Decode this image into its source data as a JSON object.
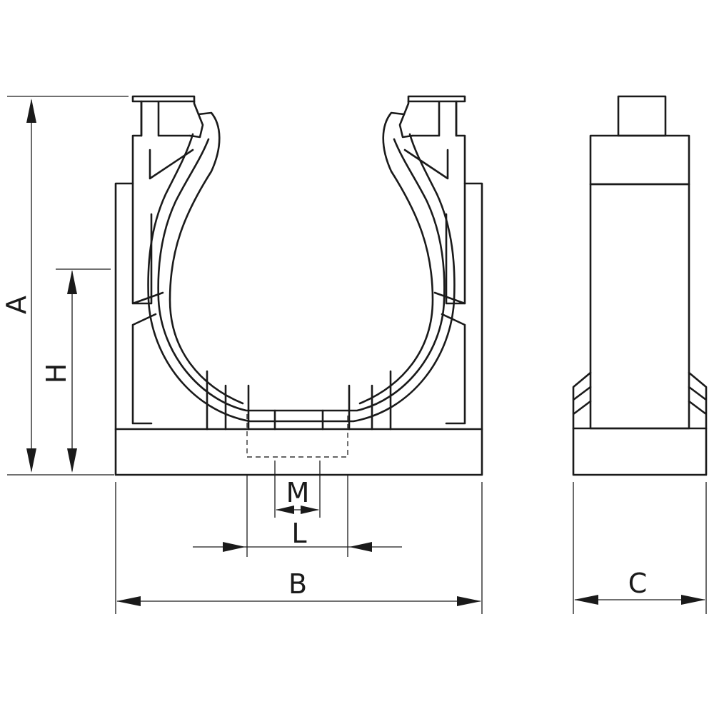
{
  "drawing": {
    "dimensions": {
      "A": "A",
      "H": "H",
      "M": "M",
      "L": "L",
      "B": "B",
      "C": "C"
    }
  }
}
